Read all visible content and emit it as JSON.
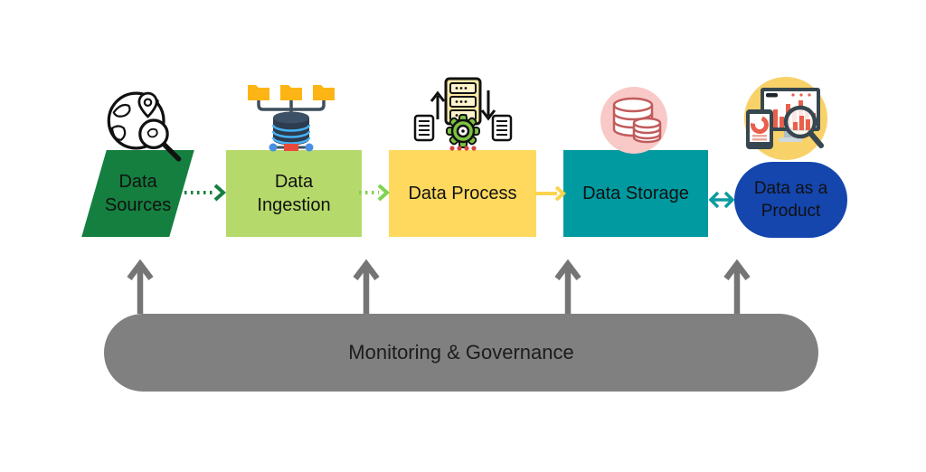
{
  "diagram": {
    "stages": [
      {
        "label": "Data Sources",
        "lines": [
          "Data",
          "Sources"
        ],
        "shape": "parallelogram",
        "color": "#157f3f",
        "icon": "globe-location-search-icon"
      },
      {
        "label": "Data Ingestion",
        "lines": [
          "Data",
          "Ingestion"
        ],
        "shape": "rectangle",
        "color": "#b5da6b",
        "icon": "folders-to-database-icon"
      },
      {
        "label": "Data Process",
        "lines": [
          "Data Process"
        ],
        "shape": "rectangle",
        "color": "#fed95e",
        "icon": "server-gear-documents-icon"
      },
      {
        "label": "Data Storage",
        "lines": [
          "Data Storage"
        ],
        "shape": "rectangle",
        "color": "#009aa0",
        "icon": "database-cylinders-icon"
      },
      {
        "label": "Data as a Product",
        "lines": [
          "Data as a",
          "Product"
        ],
        "shape": "stadium",
        "color": "#1546ae",
        "icon": "analytics-dashboard-magnifier-icon"
      }
    ],
    "connectors": [
      {
        "from": "Data Sources",
        "to": "Data Ingestion",
        "style": "dotted",
        "color": "#157f3f",
        "direction": "right"
      },
      {
        "from": "Data Ingestion",
        "to": "Data Process",
        "style": "dotted",
        "color": "#7fd34e",
        "direction": "right"
      },
      {
        "from": "Data Process",
        "to": "Data Storage",
        "style": "solid",
        "color": "#fcd34d",
        "direction": "right"
      },
      {
        "from": "Data Storage",
        "to": "Data as a Product",
        "style": "solid",
        "color": "#0b9ba1",
        "direction": "both"
      }
    ],
    "governance": {
      "label": "Monitoring & Governance",
      "bar_color": "#808080",
      "arrow_color": "#757575",
      "arrow_count": 4
    }
  }
}
